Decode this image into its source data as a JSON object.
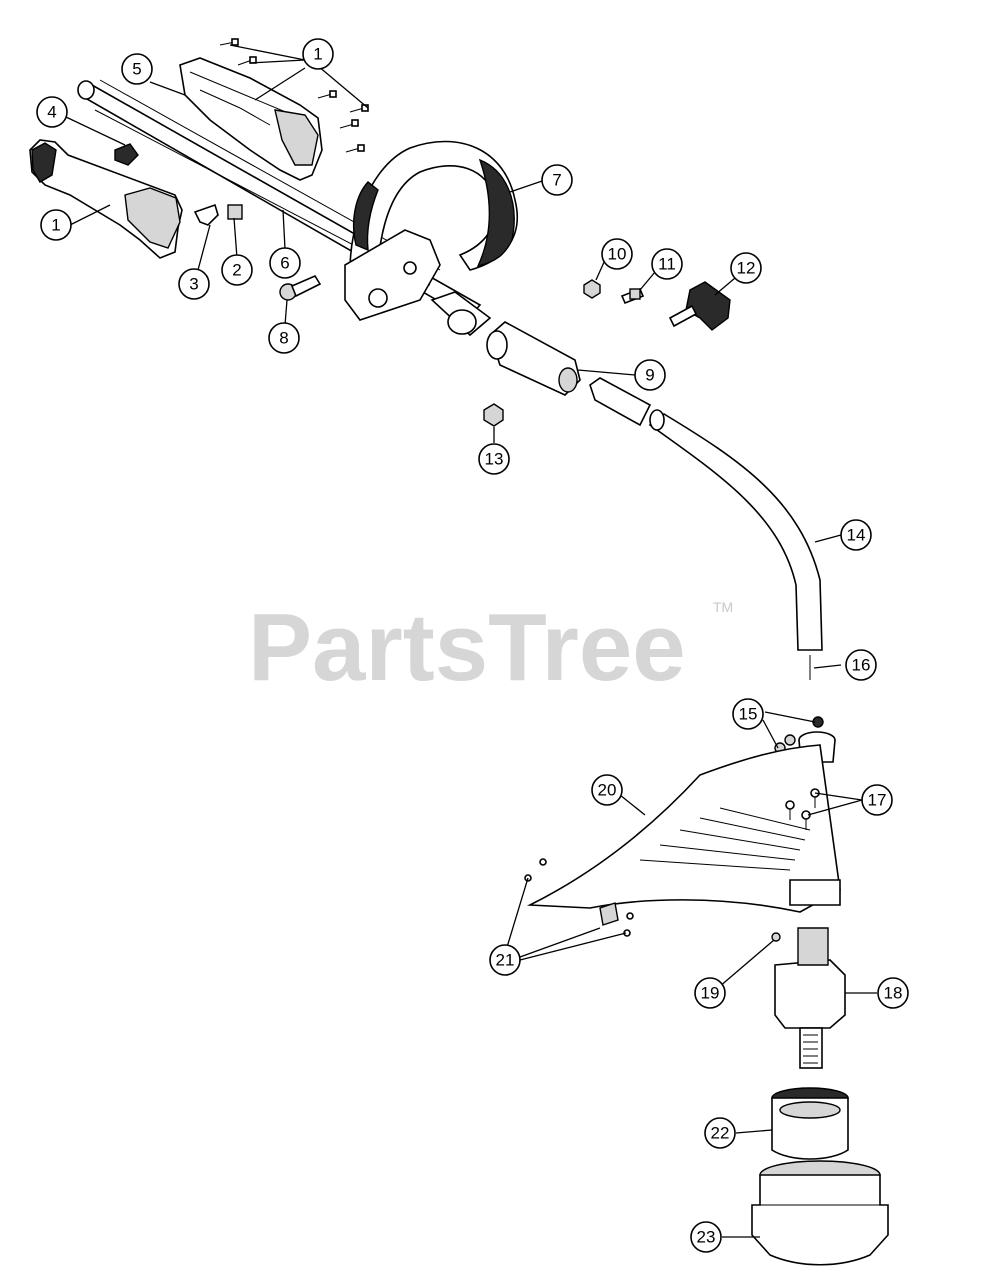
{
  "watermark": {
    "text": "PartsTree",
    "trademark": "TM"
  },
  "callouts": {
    "c1a": "1",
    "c1b": "1",
    "c2": "2",
    "c3": "3",
    "c4": "4",
    "c5": "5",
    "c6": "6",
    "c7": "7",
    "c8": "8",
    "c9": "9",
    "c10": "10",
    "c11": "11",
    "c12": "12",
    "c13": "13",
    "c14": "14",
    "c15": "15",
    "c16": "16",
    "c17": "17",
    "c18": "18",
    "c19": "19",
    "c20": "20",
    "c21": "21",
    "c22": "22",
    "c23": "23"
  }
}
